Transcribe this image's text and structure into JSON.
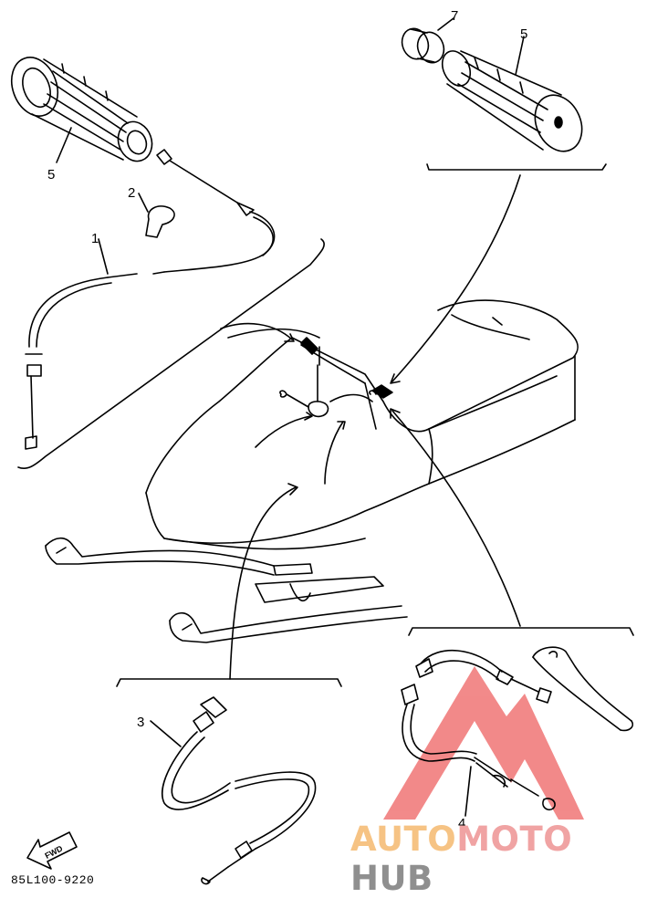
{
  "callouts": {
    "c1": "1",
    "c2": "2",
    "c3": "3",
    "c4": "4",
    "c5_left": "5",
    "c5_right": "5",
    "c7": "7"
  },
  "direction_label": "FWD",
  "diagram_code": "85L100-9220",
  "watermark": {
    "part1": "AUTO",
    "part2": "MOTO",
    "part3": "HUB",
    "colors": {
      "auto": "#f6c384",
      "moto": "#f0a3a3",
      "hub": "#8f8f8f",
      "triangle": "#f07575"
    }
  }
}
